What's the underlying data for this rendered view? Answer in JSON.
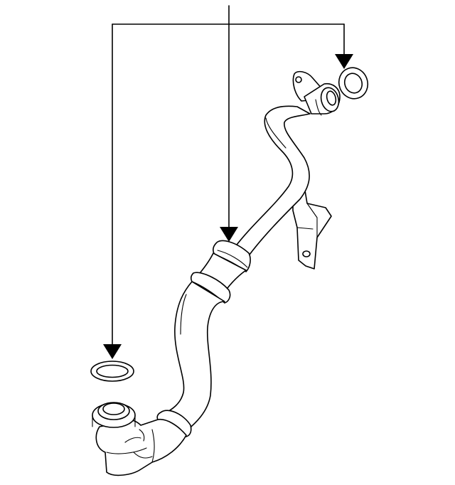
{
  "diagram": {
    "type": "exploded-parts-illustration",
    "parts": [
      {
        "name": "coolant-hose-pipe-assembly"
      },
      {
        "name": "gasket-upper"
      },
      {
        "name": "gasket-lower"
      },
      {
        "name": "mounting-bracket"
      }
    ],
    "colors": {
      "line": "#000000",
      "background": "#ffffff"
    }
  }
}
